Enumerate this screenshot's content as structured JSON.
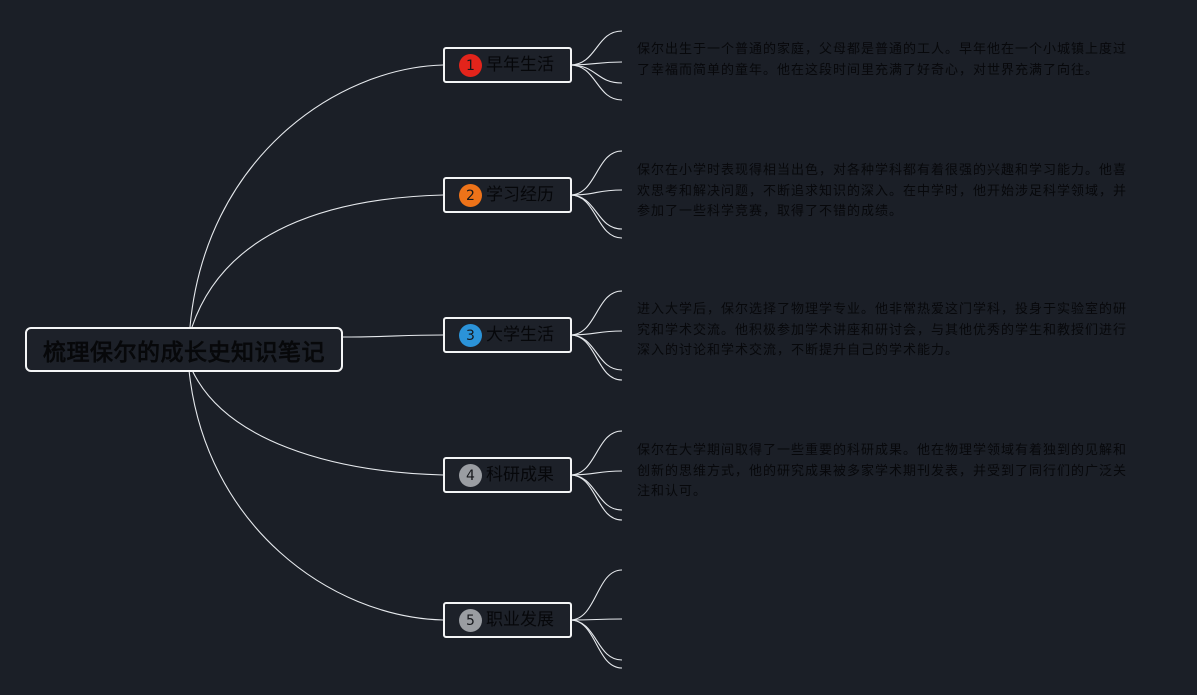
{
  "central_topic": {
    "label": "梳理保尔的成长史知识笔记"
  },
  "branches": [
    {
      "marker": "1",
      "marker_color": "#e3241b",
      "label": "早年生活",
      "detail_lines": [
        "保尔出生于一个普通的家庭，父母都是普通的工人。早年他在一个小城镇上度过",
        "了幸福而简单的童年。他在这段时间里充满了好奇心，对世界充满了向往。"
      ]
    },
    {
      "marker": "2",
      "marker_color": "#ee7319",
      "label": "学习经历",
      "detail_lines": [
        "保尔在小学时表现得相当出色，对各种学科都有着很强的兴趣和学习能力。他喜",
        "欢思考和解决问题，不断追求知识的深入。在中学时，他开始涉足科学领域，并",
        "参加了一些科学竞赛，取得了不错的成绩。"
      ]
    },
    {
      "marker": "3",
      "marker_color": "#2b93d9",
      "label": "大学生活",
      "detail_lines": [
        "进入大学后，保尔选择了物理学专业。他非常热爱这门学科，投身于实验室的研",
        "究和学术交流。他积极参加学术讲座和研讨会，与其他优秀的学生和教授们进行",
        "深入的讨论和学术交流，不断提升自己的学术能力。"
      ]
    },
    {
      "marker": "4",
      "marker_color": "#9a9da2",
      "label": "科研成果",
      "detail_lines": [
        "保尔在大学期间取得了一些重要的科研成果。他在物理学领域有着独到的见解和",
        "创新的思维方式，他的研究成果被多家学术期刊发表，并受到了同行们的广泛关",
        "注和认可。"
      ]
    },
    {
      "marker": "5",
      "marker_color": "#9a9da2",
      "label": "职业发展",
      "detail_lines": []
    }
  ],
  "colors": {
    "background": "#1b1f27",
    "connector_line": "#e6e9ed",
    "node_border": "#f4f5f6",
    "node_text": "#06070a"
  }
}
